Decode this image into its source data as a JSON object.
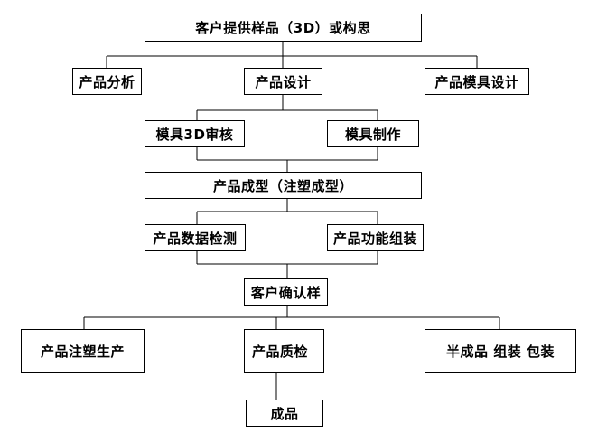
{
  "flowchart": {
    "nodes": {
      "source": "客户提供样品（3D）或构思",
      "analysis": "产品分析",
      "design": "产品设计",
      "mold_design": "产品模具设计",
      "mold_3d_review": "模具3D审核",
      "mold_making": "模具制作",
      "molding": "产品成型（注塑成型）",
      "data_inspection": "产品数据检测",
      "function_assembly": "产品功能组装",
      "customer_confirm": "客户确认样",
      "injection_production": "产品注塑生产",
      "quality_inspection": "产品质检",
      "semi_finished": "半成品 组装 包装",
      "finished": "成品"
    }
  }
}
